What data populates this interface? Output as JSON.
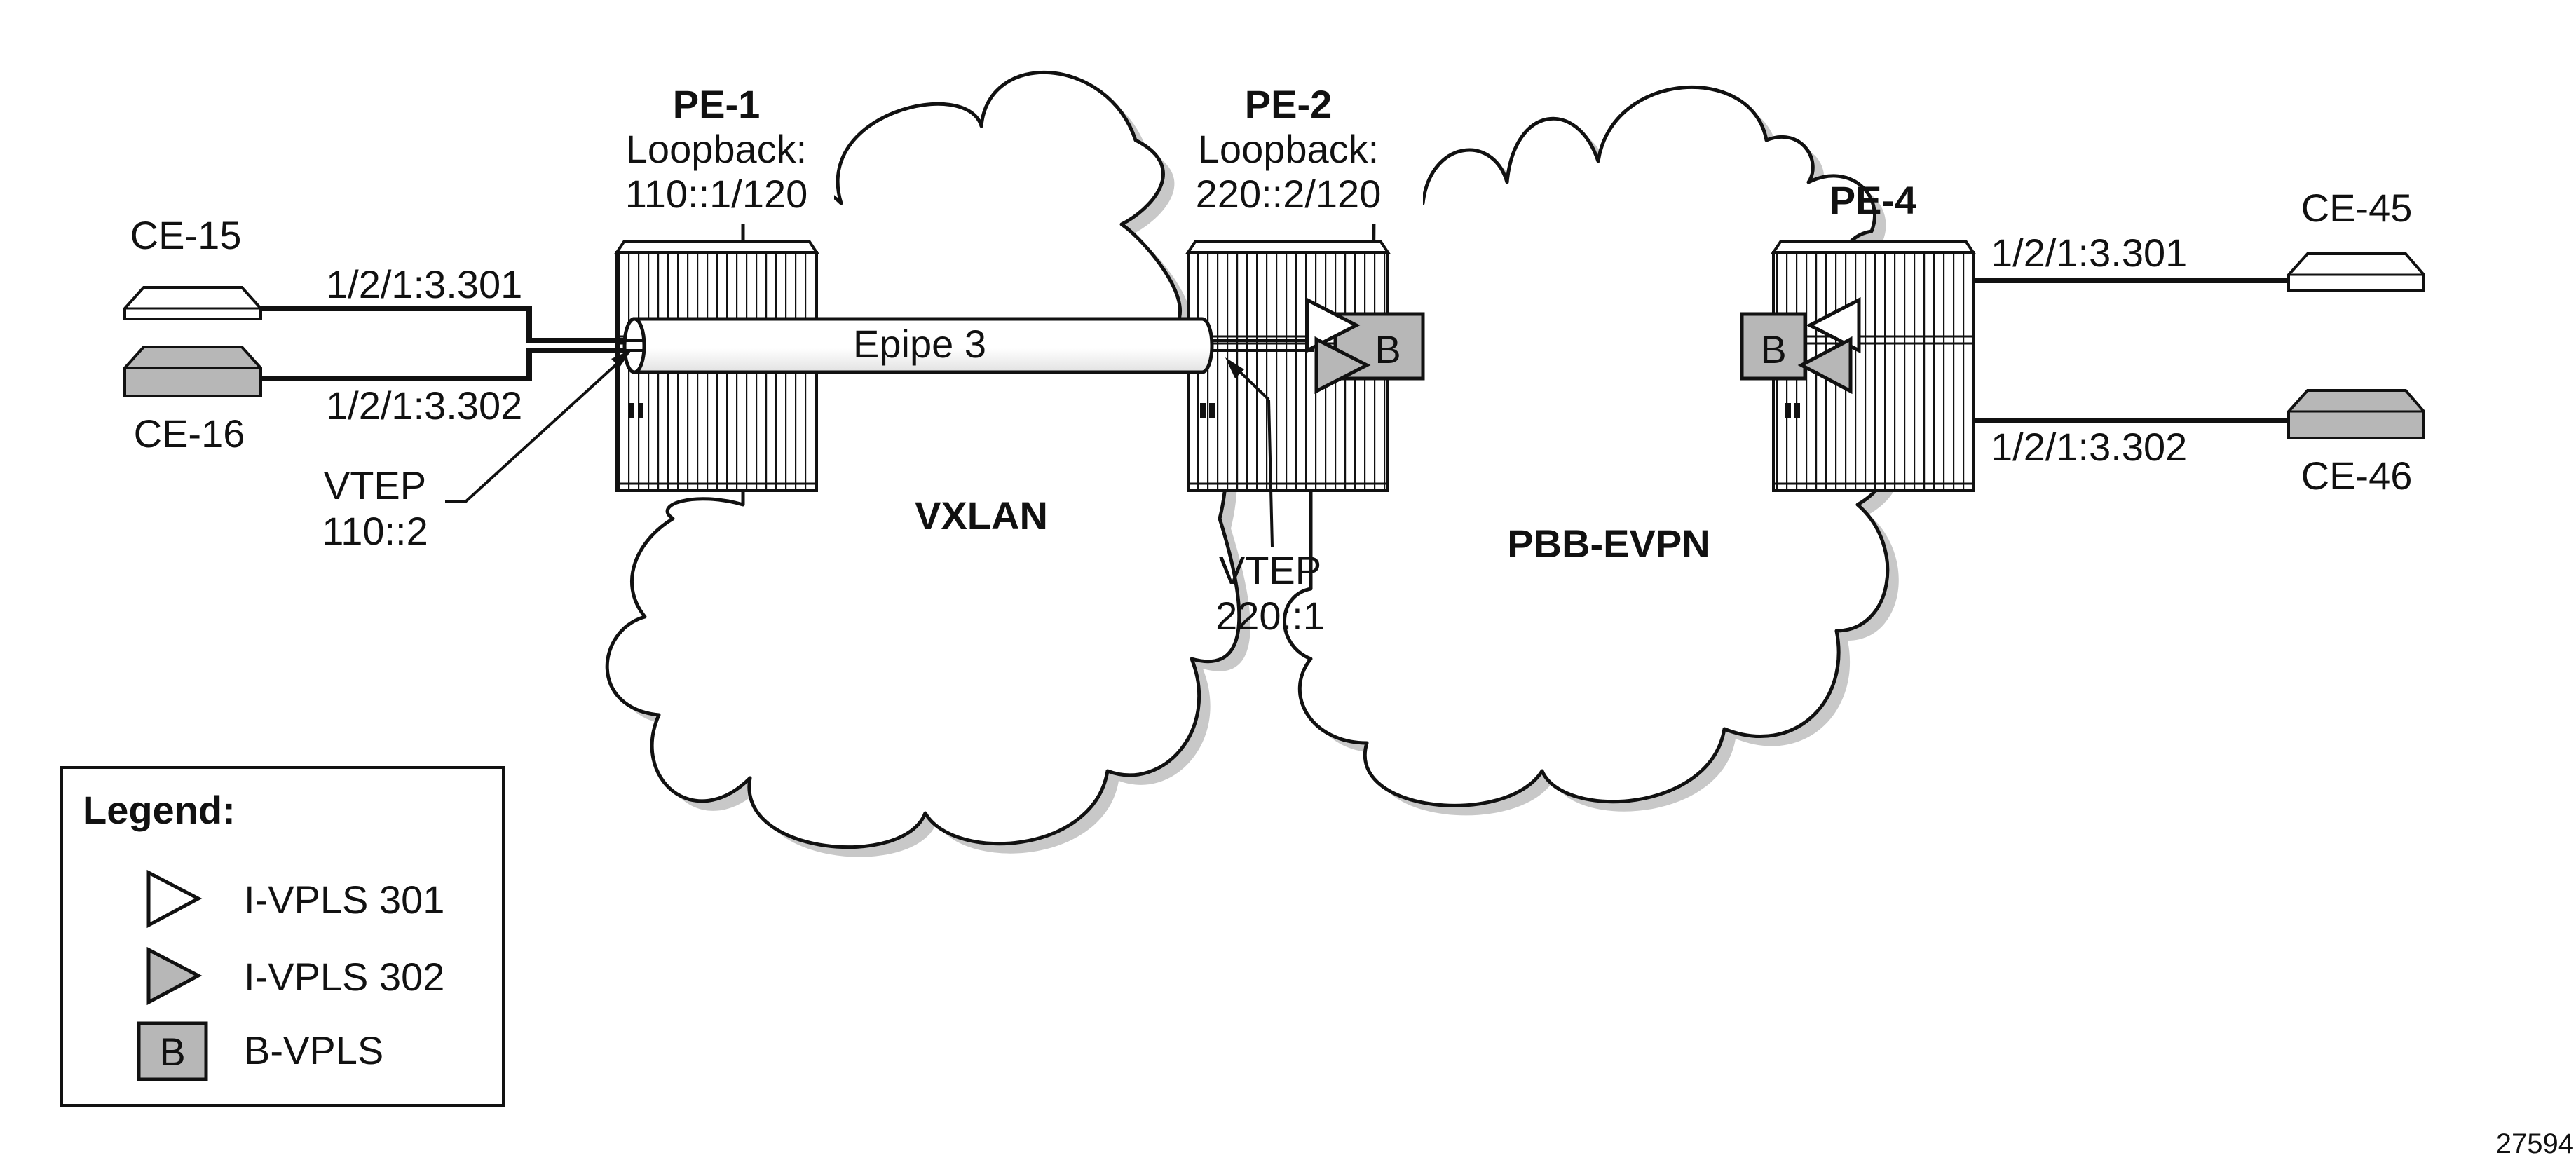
{
  "colors": {
    "stroke": "#111111",
    "router_fill": "#ffffff",
    "gray_fill": "#b7b7b7",
    "cloud_shadow": "#c8c8c8"
  },
  "routers": {
    "pe1": {
      "name": "PE-1",
      "loopback_label": "Loopback:",
      "loopback_addr": "110::1/120"
    },
    "pe2": {
      "name": "PE-2",
      "loopback_label": "Loopback:",
      "loopback_addr": "220::2/120"
    },
    "pe4": {
      "name": "PE-4"
    }
  },
  "ces": {
    "ce15": "CE-15",
    "ce16": "CE-16",
    "ce45": "CE-45",
    "ce46": "CE-46"
  },
  "links": {
    "pe1_sap_301": "1/2/1:3.301",
    "pe1_sap_302": "1/2/1:3.302",
    "pe4_sap_301": "1/2/1:3.301",
    "pe4_sap_302": "1/2/1:3.302"
  },
  "tunnel": {
    "label": "Epipe 3"
  },
  "vteps": {
    "left": {
      "label": "VTEP",
      "addr": "110::2"
    },
    "right": {
      "label": "VTEP",
      "addr": "220::1"
    }
  },
  "clouds": {
    "vxlan": "VXLAN",
    "pbb_evpn": "PBB-EVPN"
  },
  "b_marker": "B",
  "legend": {
    "title": "Legend:",
    "items": [
      {
        "icon": "triangle-white-icon",
        "label": "I-VPLS 301"
      },
      {
        "icon": "triangle-gray-icon",
        "label": "I-VPLS 302"
      },
      {
        "icon": "b-box-icon",
        "label": "B-VPLS"
      }
    ]
  },
  "figure_id": "27594"
}
